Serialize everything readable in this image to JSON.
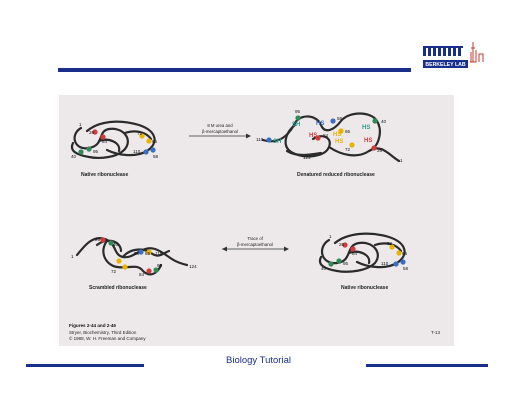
{
  "logo": {
    "text": "BERKELEY LAB",
    "colors": {
      "primary": "#1a2e8c",
      "accent": "#c0392b"
    }
  },
  "footer": {
    "title": "Biology Tutorial"
  },
  "figure": {
    "step1_arrow_label": [
      "8 M urea and",
      "β-mercaptoethanol"
    ],
    "step2_arrow_label": [
      "Trace of",
      "β-mercaptoethanol"
    ],
    "panels": {
      "native": "Native ribonuclease",
      "denatured": "Denatured reduced ribonuclease",
      "scrambled": "Scrambled ribonuclease",
      "native2": "Native ribonuclease"
    },
    "residues_native": [
      "1",
      "26",
      "84",
      "72",
      "65",
      "110",
      "95",
      "58",
      "40"
    ],
    "residues_denatured": [
      "95",
      "SH",
      "110",
      "SH",
      "HS",
      "58",
      "84",
      "HS",
      "65",
      "HS",
      "HS",
      "72",
      "40",
      "HS",
      "26",
      "HS",
      "124",
      "1"
    ],
    "residues_scrambled": [
      "26",
      "40",
      "58",
      "65",
      "110",
      "72",
      "84",
      "95",
      "124",
      "1"
    ],
    "caption": {
      "title": "Figures 2-44 and 2-46",
      "line1": "Stryer, Biochemistry, Third Edition",
      "line2": "© 1988, W. H. Freeman and Company",
      "code": "T-13"
    },
    "colors": {
      "yellow": "#e8b400",
      "red": "#d33a3a",
      "green": "#2e8b57",
      "blue": "#3a6ec0",
      "teal": "#2a9d8f"
    }
  }
}
